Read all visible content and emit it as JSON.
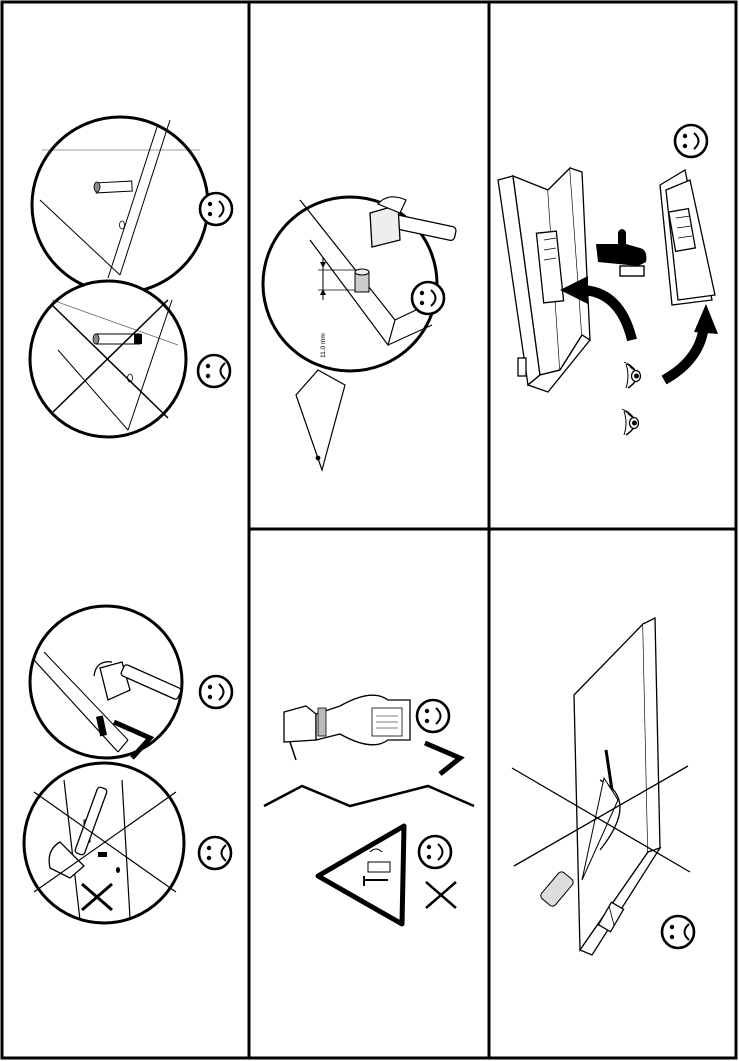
{
  "sheet": {
    "ink": "#000000",
    "paper": "#ffffff",
    "panels": [
      {
        "id": "dowel-insertion",
        "content": [
          "correct-dowel-circle",
          "wrong-dowel-circle",
          "happy-face",
          "sad-face"
        ]
      },
      {
        "id": "hammer-dowel-depth",
        "content": [
          "hammer-detail-circle",
          "happy-face"
        ]
      },
      {
        "id": "read-instructions",
        "content": [
          "instruction-booklet",
          "thumb-icon",
          "eye-icons",
          "arrows",
          "happy-face"
        ]
      },
      {
        "id": "hammer-vs-block",
        "content": [
          "hammer-circle",
          "crossed-hammer-circle",
          "happy-face",
          "sad-face"
        ]
      },
      {
        "id": "cleaning",
        "content": [
          "spray-bottle",
          "warning-triangle",
          "happy-face",
          "check-mark",
          "cross-mark"
        ]
      },
      {
        "id": "no-screwdriver-prying",
        "content": [
          "panel-pry-crossed",
          "sad-face"
        ]
      }
    ]
  },
  "dowel_depth": {
    "label": "11.0 mm"
  }
}
